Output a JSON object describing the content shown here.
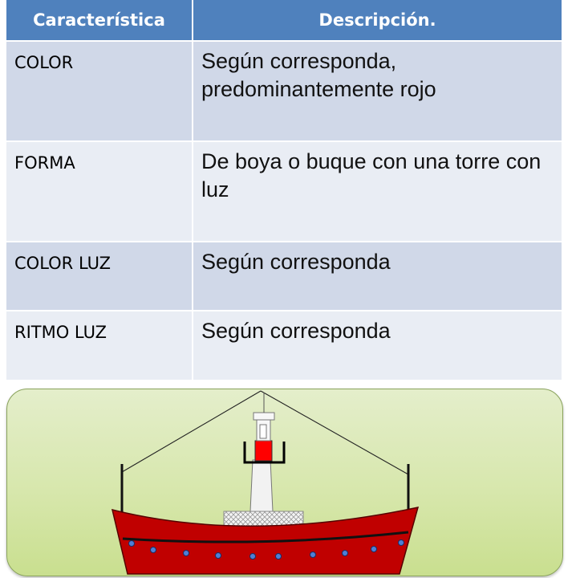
{
  "table": {
    "headers": [
      "Característica",
      "Descripción."
    ],
    "rows": [
      {
        "feature": "COLOR",
        "description": "Según corresponda, predominantemente rojo"
      },
      {
        "feature": "FORMA",
        "description": "De boya o buque con una torre con luz"
      },
      {
        "feature": "COLOR LUZ",
        "description": "Según corresponda"
      },
      {
        "feature": "RITMO LUZ",
        "description": "Según corresponda"
      }
    ]
  },
  "illustration": {
    "subject": "lightship-icon",
    "hull_color": "#c00000",
    "lamp_color": "#ff0000",
    "panel_color": "#d7e7ac"
  }
}
